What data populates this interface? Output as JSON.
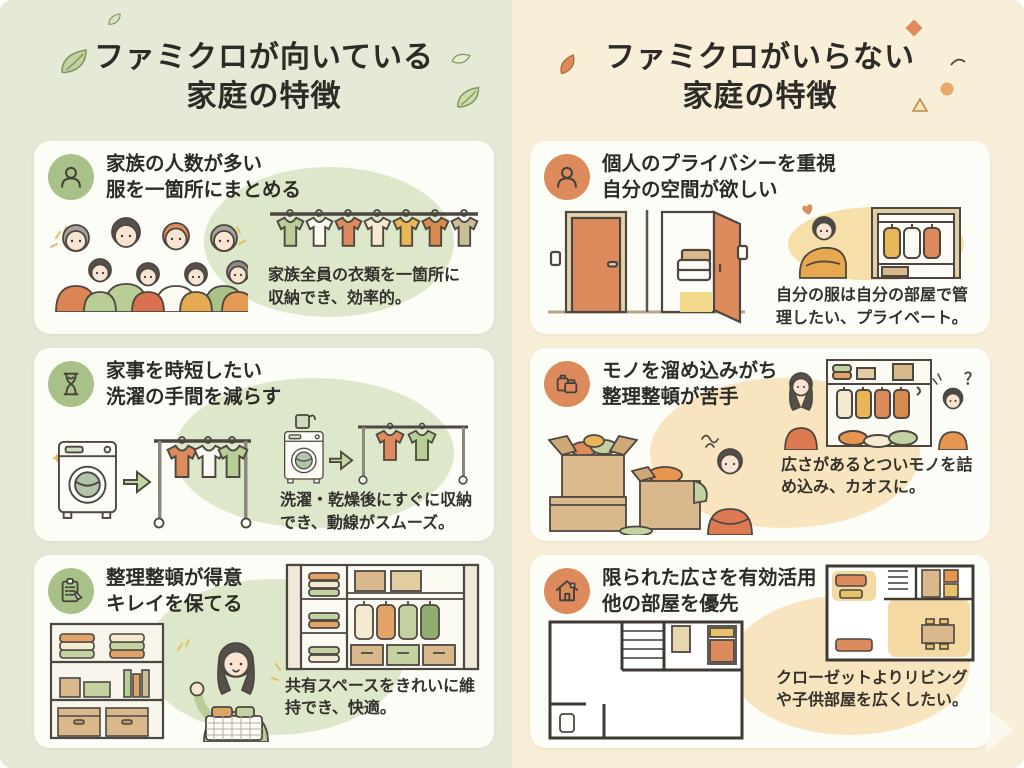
{
  "palette": {
    "left_bg": "#e4ead6",
    "right_bg": "#f9efd9",
    "card_bg": "#fdfdf7",
    "left_accent": "#a7c188",
    "right_accent": "#dd8a5c",
    "ink": "#2d2b26",
    "orange": "#dd8a5c",
    "green": "#b9cd96"
  },
  "left": {
    "title_line1": "ファミクロが向いている",
    "title_line2": "家庭の特徴",
    "cards": [
      {
        "icon": "person-icon",
        "title1": "家族の人数が多い",
        "title2": "服を一箇所にまとめる",
        "desc": "家族全員の衣類を一箇所に収納でき、効率的。"
      },
      {
        "icon": "hourglass-icon",
        "title1": "家事を時短したい",
        "title2": "洗濯の手間を減らす",
        "desc": "洗濯・乾燥後にすぐに収納でき、動線がスムーズ。"
      },
      {
        "icon": "clipboard-icon",
        "title1": "整理整頓が得意",
        "title2": "キレイを保てる",
        "desc": "共有スペースをきれいに維持でき、快適。"
      }
    ]
  },
  "right": {
    "title_line1": "ファミクロがいらない",
    "title_line2": "家庭の特徴",
    "cards": [
      {
        "icon": "person-icon",
        "title1": "個人のプライバシーを重視",
        "title2": "自分の空間が欲しい",
        "desc": "自分の服は自分の部屋で管理したい、プライベート。"
      },
      {
        "icon": "bags-icon",
        "title1": "モノを溜め込みがち",
        "title2": "整理整頓が苦手",
        "desc": "広さがあるとついモノを詰め込み、カオスに。",
        "annotation": "？"
      },
      {
        "icon": "house-icon",
        "title1": "限られた広さを有効活用",
        "title2": "他の部屋を優先",
        "desc": "クローゼットよりリビングや子供部屋を広くしたい。"
      }
    ]
  }
}
